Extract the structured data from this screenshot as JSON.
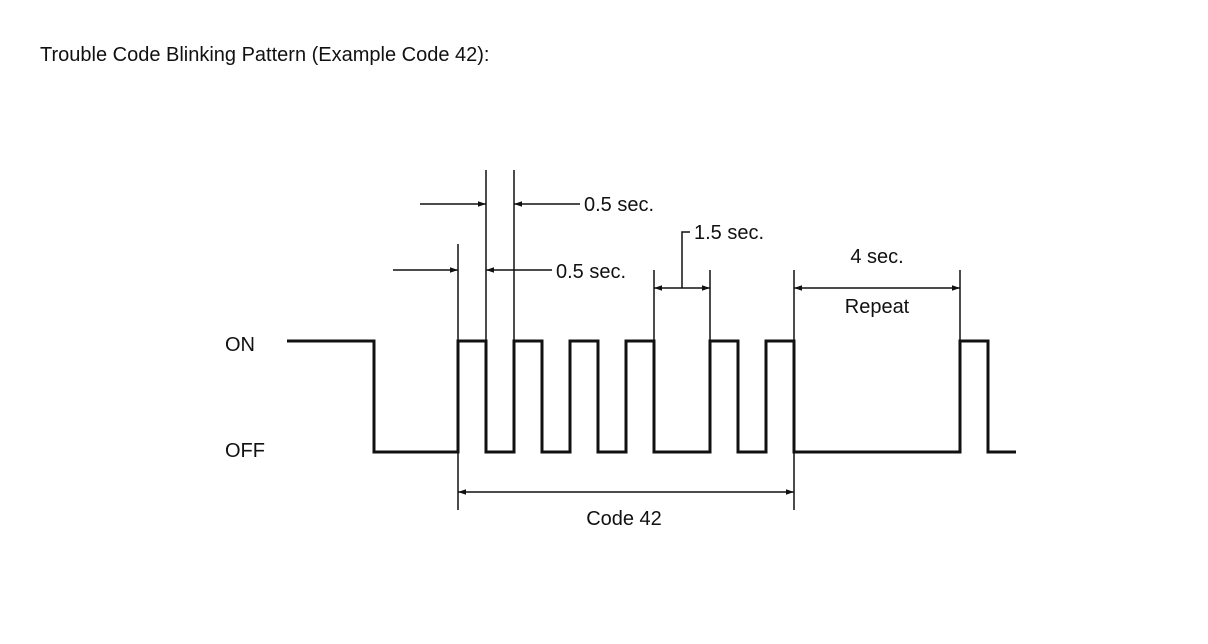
{
  "title": "Trouble Code Blinking Pattern (Example Code 42):",
  "levels": {
    "on": "ON",
    "off": "OFF"
  },
  "annotations": {
    "on_duration": "0.5 sec.",
    "off_duration": "0.5 sec.",
    "digit_pause": "1.5 sec.",
    "repeat_pause": "4 sec.",
    "repeat_label": "Repeat",
    "code_label": "Code 42"
  },
  "pattern": {
    "code": 42,
    "first_digit_blinks": 4,
    "second_digit_blinks": 2,
    "blink_on_sec": 0.5,
    "blink_off_sec": 0.5,
    "digit_pause_sec": 1.5,
    "repeat_pause_sec": 4
  }
}
